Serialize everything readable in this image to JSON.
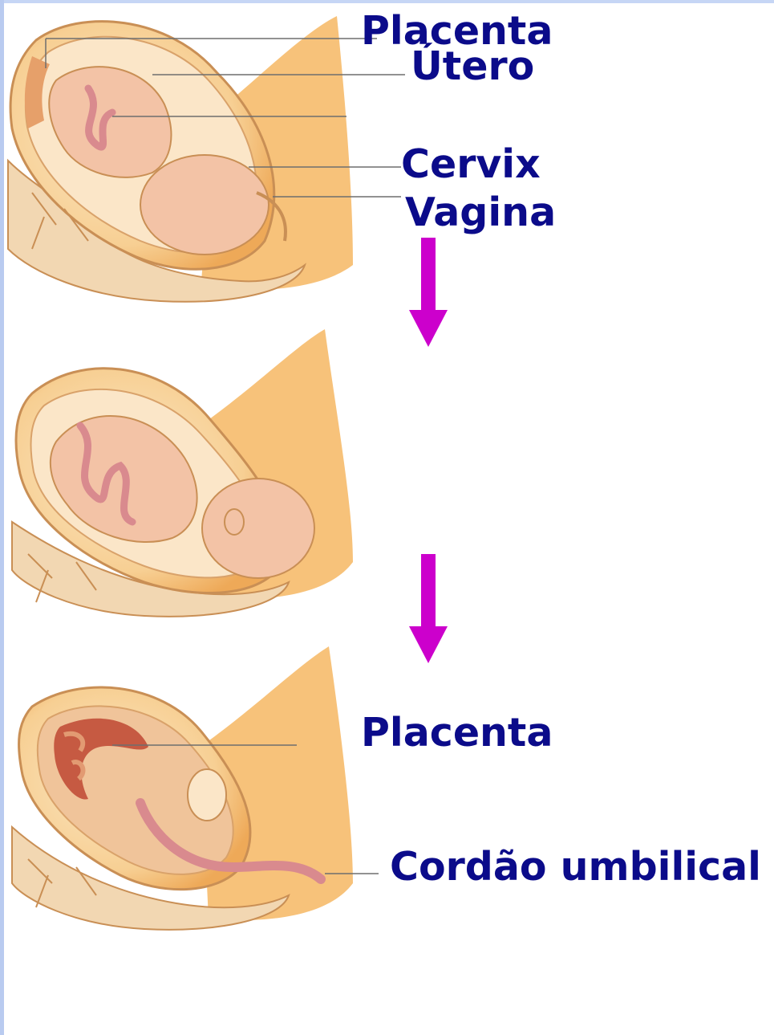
{
  "labels": {
    "stage1": {
      "placenta": "Placenta",
      "utero": "Útero",
      "cervix": "Cervix",
      "vagina": "Vagina"
    },
    "stage3": {
      "placenta": "Placenta",
      "cordao": "Cordão umbilical"
    }
  },
  "colors": {
    "label_text": "#0b0b8a",
    "arrow": "#cc00cc",
    "leader_line": "#6e6e6e",
    "skin_light": "#fbe2b6",
    "skin_mid": "#f2bf7e",
    "body_orange": "#f6b45a",
    "outline": "#c98f55",
    "fetus_pink": "#f3c3a6",
    "cord_pink": "#d98a8e",
    "placenta_red": "#c65a42"
  },
  "icons": {
    "arrow": "down-arrow-icon"
  }
}
